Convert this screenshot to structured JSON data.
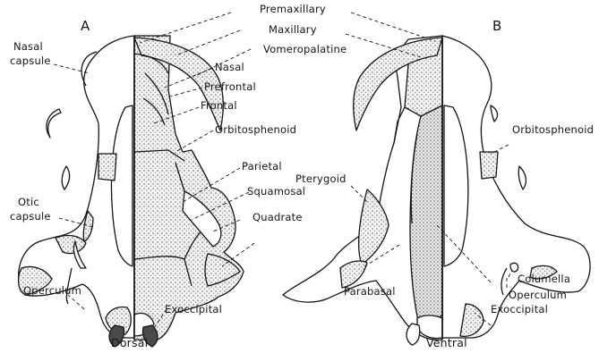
{
  "panels": {
    "left": {
      "letter": "A",
      "caption": "Dorsal"
    },
    "right": {
      "letter": "B",
      "caption": "Ventral"
    }
  },
  "labels": {
    "premaxillary": "Premaxillary",
    "maxillary": "Maxillary",
    "vomeropalatine": "Vomeropalatine",
    "nasal": "Nasal",
    "prefrontal": "Prefrontal",
    "frontal": "Frontal",
    "orbitosphenoid_left": "Orbitosphenoid",
    "orbitosphenoid_right": "Orbitosphenoid",
    "parietal": "Parietal",
    "pterygoid": "Pterygoid",
    "squamosal": "Squamosal",
    "quadrate": "Quadrate",
    "parabasal": "Parabasal",
    "columella": "Columella",
    "operculum_left": "Operculum",
    "operculum_right": "Operculum",
    "exoccipital_left": "Exoccipital",
    "exoccipital_right": "Exoccipital",
    "nasal_capsule_1": "Nasal",
    "nasal_capsule_2": "capsule",
    "otic_capsule_1": "Otic",
    "otic_capsule_2": "capsule"
  },
  "colors": {
    "ink": "#151515",
    "stipple": "#8a8a8a",
    "cartilage": "#ffffff"
  }
}
